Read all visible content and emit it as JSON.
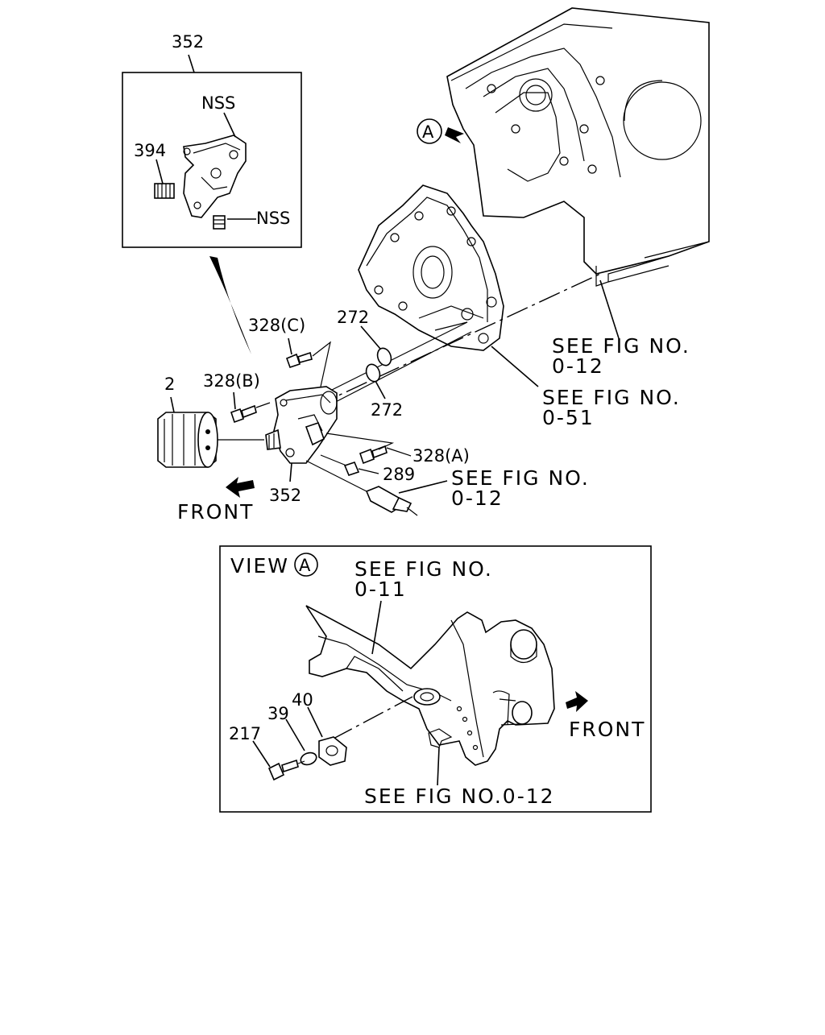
{
  "callouts": {
    "inset_352_top": "352",
    "nss_top": "NSS",
    "p394": "394",
    "nss_side": "NSS",
    "p328c": "328(C)",
    "p272_upper": "272",
    "p272_lower": "272",
    "p328b": "328(B)",
    "p2": "2",
    "p328a": "328(A)",
    "p289": "289",
    "p352_bottom": "352",
    "front_main": "FRONT",
    "see_012_right_a": "SEE FIG NO.",
    "see_012_right_b": "0-12",
    "see_051_a": "SEE FIG NO.",
    "see_051_b": "0-51",
    "see_012_sensor_a": "SEE FIG NO.",
    "see_012_sensor_b": "0-12"
  },
  "view_a": {
    "title": "VIEW",
    "circle_letter": "A",
    "see_011_a": "SEE FIG NO.",
    "see_011_b": "0-11",
    "p217": "217",
    "p39": "39",
    "p40": "40",
    "front": "FRONT",
    "see_012_bottom": "SEE FIG NO.0-12"
  },
  "marker_a": "A"
}
